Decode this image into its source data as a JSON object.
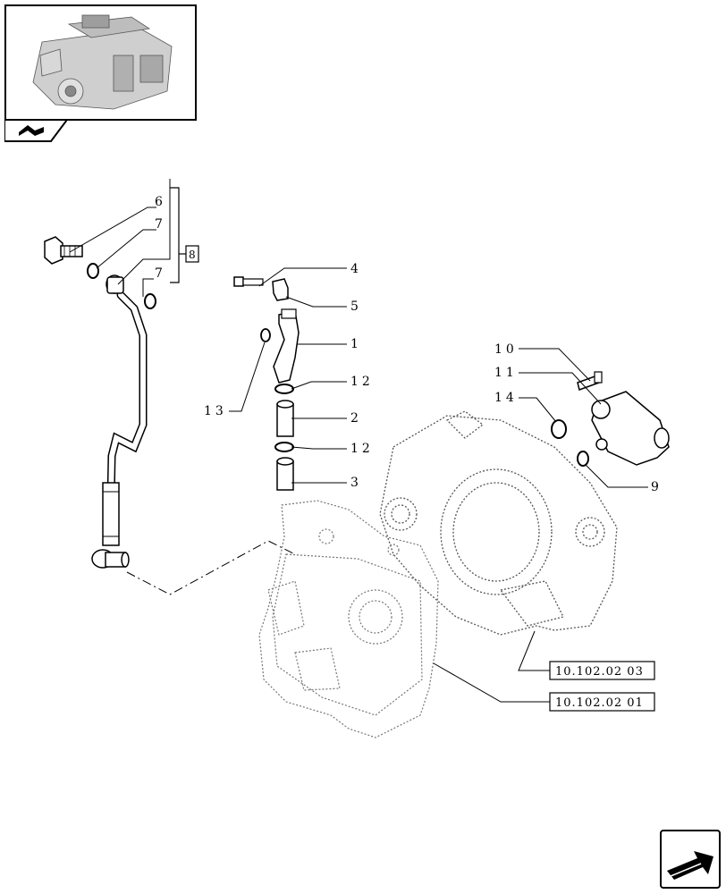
{
  "labels": {
    "l1": "1",
    "l2": "2",
    "l3": "3",
    "l4": "4",
    "l5": "5",
    "l6": "6",
    "l7a": "7",
    "l7b": "7",
    "l8": "8",
    "l9": "9",
    "l10": "10",
    "l11": "11",
    "l12a": "12",
    "l12b": "12",
    "l13": "13",
    "l14": "14"
  },
  "references": {
    "ref_upper": "10.102.02 03",
    "ref_lower": "10.102.02 01"
  },
  "icons": {
    "thumbnail": "engine-thumbnail-image",
    "tab": "book-icon",
    "next": "next-page-arrow-icon"
  }
}
